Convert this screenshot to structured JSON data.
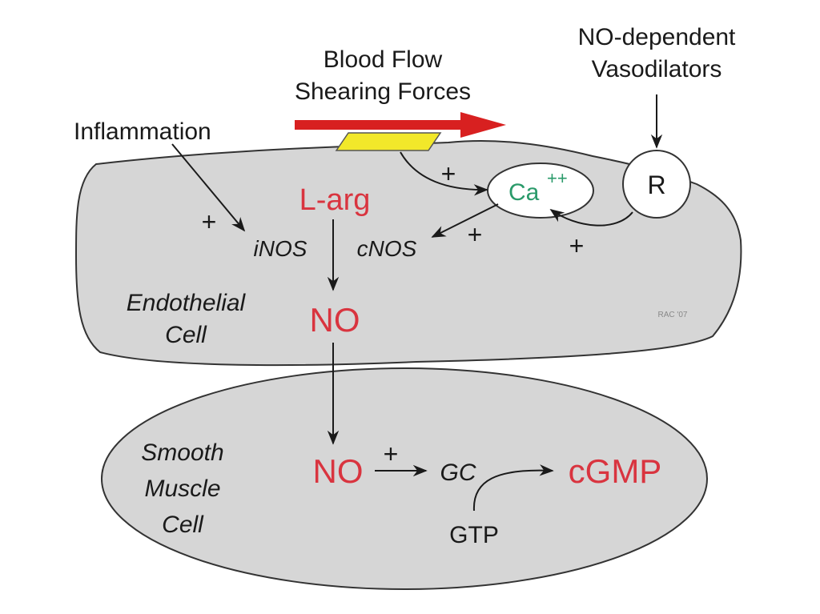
{
  "diagram": {
    "title_blood_flow": [
      "Blood Flow",
      "Shearing Forces"
    ],
    "title_vasodilators": [
      "NO-dependent",
      "Vasodilators"
    ],
    "inflammation": "Inflammation",
    "endothelial": {
      "label": [
        "Endothelial",
        "Cell"
      ],
      "l_arg": "L-arg",
      "inos": "iNOS",
      "cnos": "cNOS",
      "no": "NO",
      "calcium": "Ca",
      "calcium_charge": "++",
      "receptor": "R",
      "watermark": "RAC '07"
    },
    "smooth_muscle": {
      "label": [
        "Smooth",
        "Muscle",
        "Cell"
      ],
      "no": "NO",
      "gc": "GC",
      "cgmp": "cGMP",
      "gtp": "GTP"
    },
    "plus_sign": "+",
    "colors": {
      "cell_fill": "#d6d6d6",
      "red_text": "#d9343f",
      "flow_arrow": "#d82020",
      "sensor": "#f2e82a",
      "calcium_text": "#2a9a6a"
    }
  }
}
